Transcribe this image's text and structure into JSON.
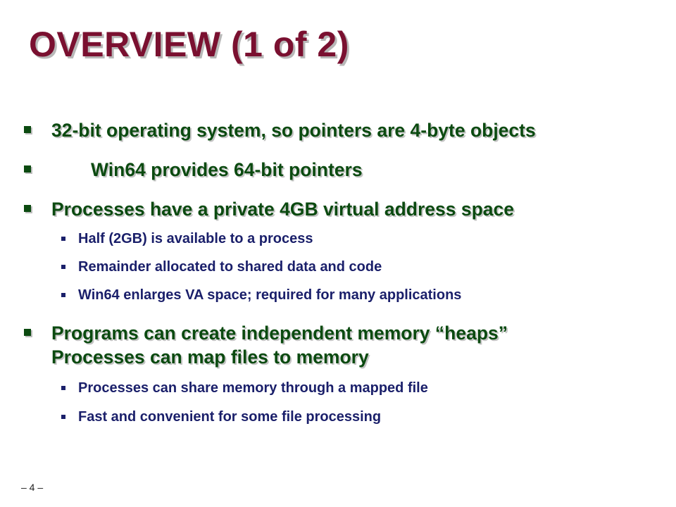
{
  "slide": {
    "title": "OVERVIEW (1 of 2)",
    "bullets": [
      {
        "text": "32-bit operating system, so pointers are 4-byte objects"
      },
      {
        "text": "Win64 provides 64-bit pointers"
      },
      {
        "text": "Processes have a private 4GB virtual address space",
        "subbullets": [
          "Half (2GB) is available to a process",
          "Remainder allocated to shared data and code",
          "Win64 enlarges VA space; required for many applications"
        ]
      },
      {
        "text_line1": "Programs can create independent memory “heaps”",
        "text_line2": "Processes can map files to memory",
        "subbullets": [
          "Processes can share memory through a mapped file",
          "Fast and convenient for some file processing"
        ]
      }
    ],
    "page_number": "– 4 –"
  },
  "colors": {
    "title": "#7a1030",
    "level1_text": "#0b4a10",
    "level2_text": "#1a1f6a",
    "shadow": "#b8b8b8"
  }
}
